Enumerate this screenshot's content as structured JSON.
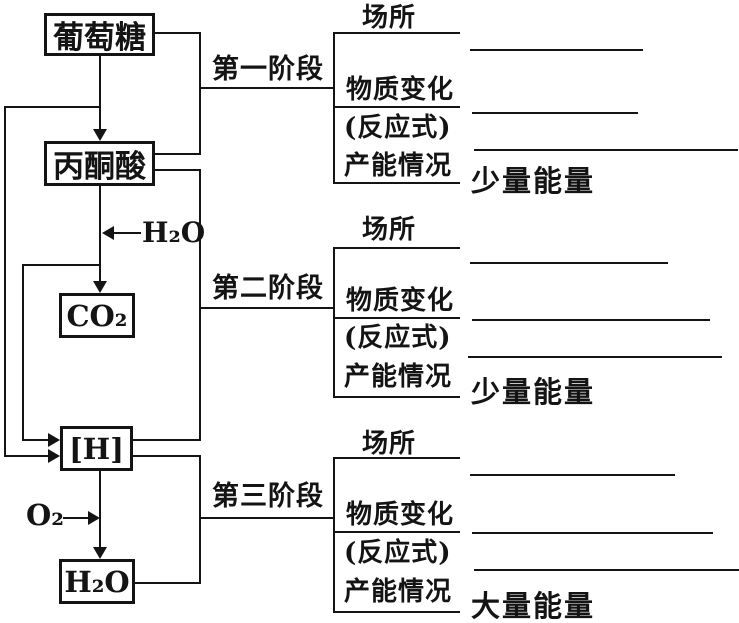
{
  "flow": {
    "glucose": "葡萄糖",
    "pyruvate": "丙酮酸",
    "co2": "CO₂",
    "hydrogen_carrier": "[H]",
    "water": "H₂O",
    "water_input": "H₂O",
    "oxygen_input": "O₂"
  },
  "stages": [
    {
      "name": "第一阶段",
      "place_label": "场所",
      "change_label": "物质变化",
      "equation_label": "(反应式)",
      "energy_label": "产能情况",
      "energy_value": "少量能量"
    },
    {
      "name": "第二阶段",
      "place_label": "场所",
      "change_label": "物质变化",
      "equation_label": "(反应式)",
      "energy_label": "产能情况",
      "energy_value": "少量能量"
    },
    {
      "name": "第三阶段",
      "place_label": "场所",
      "change_label": "物质变化",
      "equation_label": "(反应式)",
      "energy_label": "产能情况",
      "energy_value": "大量能量"
    }
  ]
}
